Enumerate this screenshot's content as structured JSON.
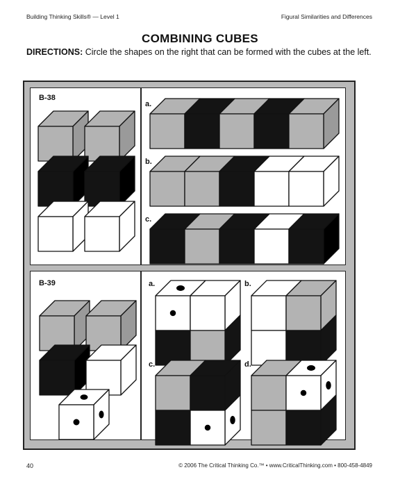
{
  "header": {
    "left": "Building Thinking Skills® — Level 1",
    "right": "Figural Similarities and Differences"
  },
  "title": "COMBINING CUBES",
  "directions": {
    "label": "DIRECTIONS:",
    "text": " Circle the shapes on the right that can be formed with the cubes at the left."
  },
  "problems": [
    {
      "id": "B-38",
      "options": [
        "a.",
        "b.",
        "c."
      ]
    },
    {
      "id": "B-39",
      "options": [
        "a.",
        "b.",
        "c.",
        "d."
      ]
    }
  ],
  "colors": {
    "gray": "#b3b3b3",
    "black": "#141414",
    "white": "#ffffff",
    "frame": "#b9b9b9"
  },
  "footer": {
    "page": "40",
    "copyright": "© 2006 The Critical Thinking Co.™ • www.CriticalThinking.com • 800-458-4849"
  }
}
